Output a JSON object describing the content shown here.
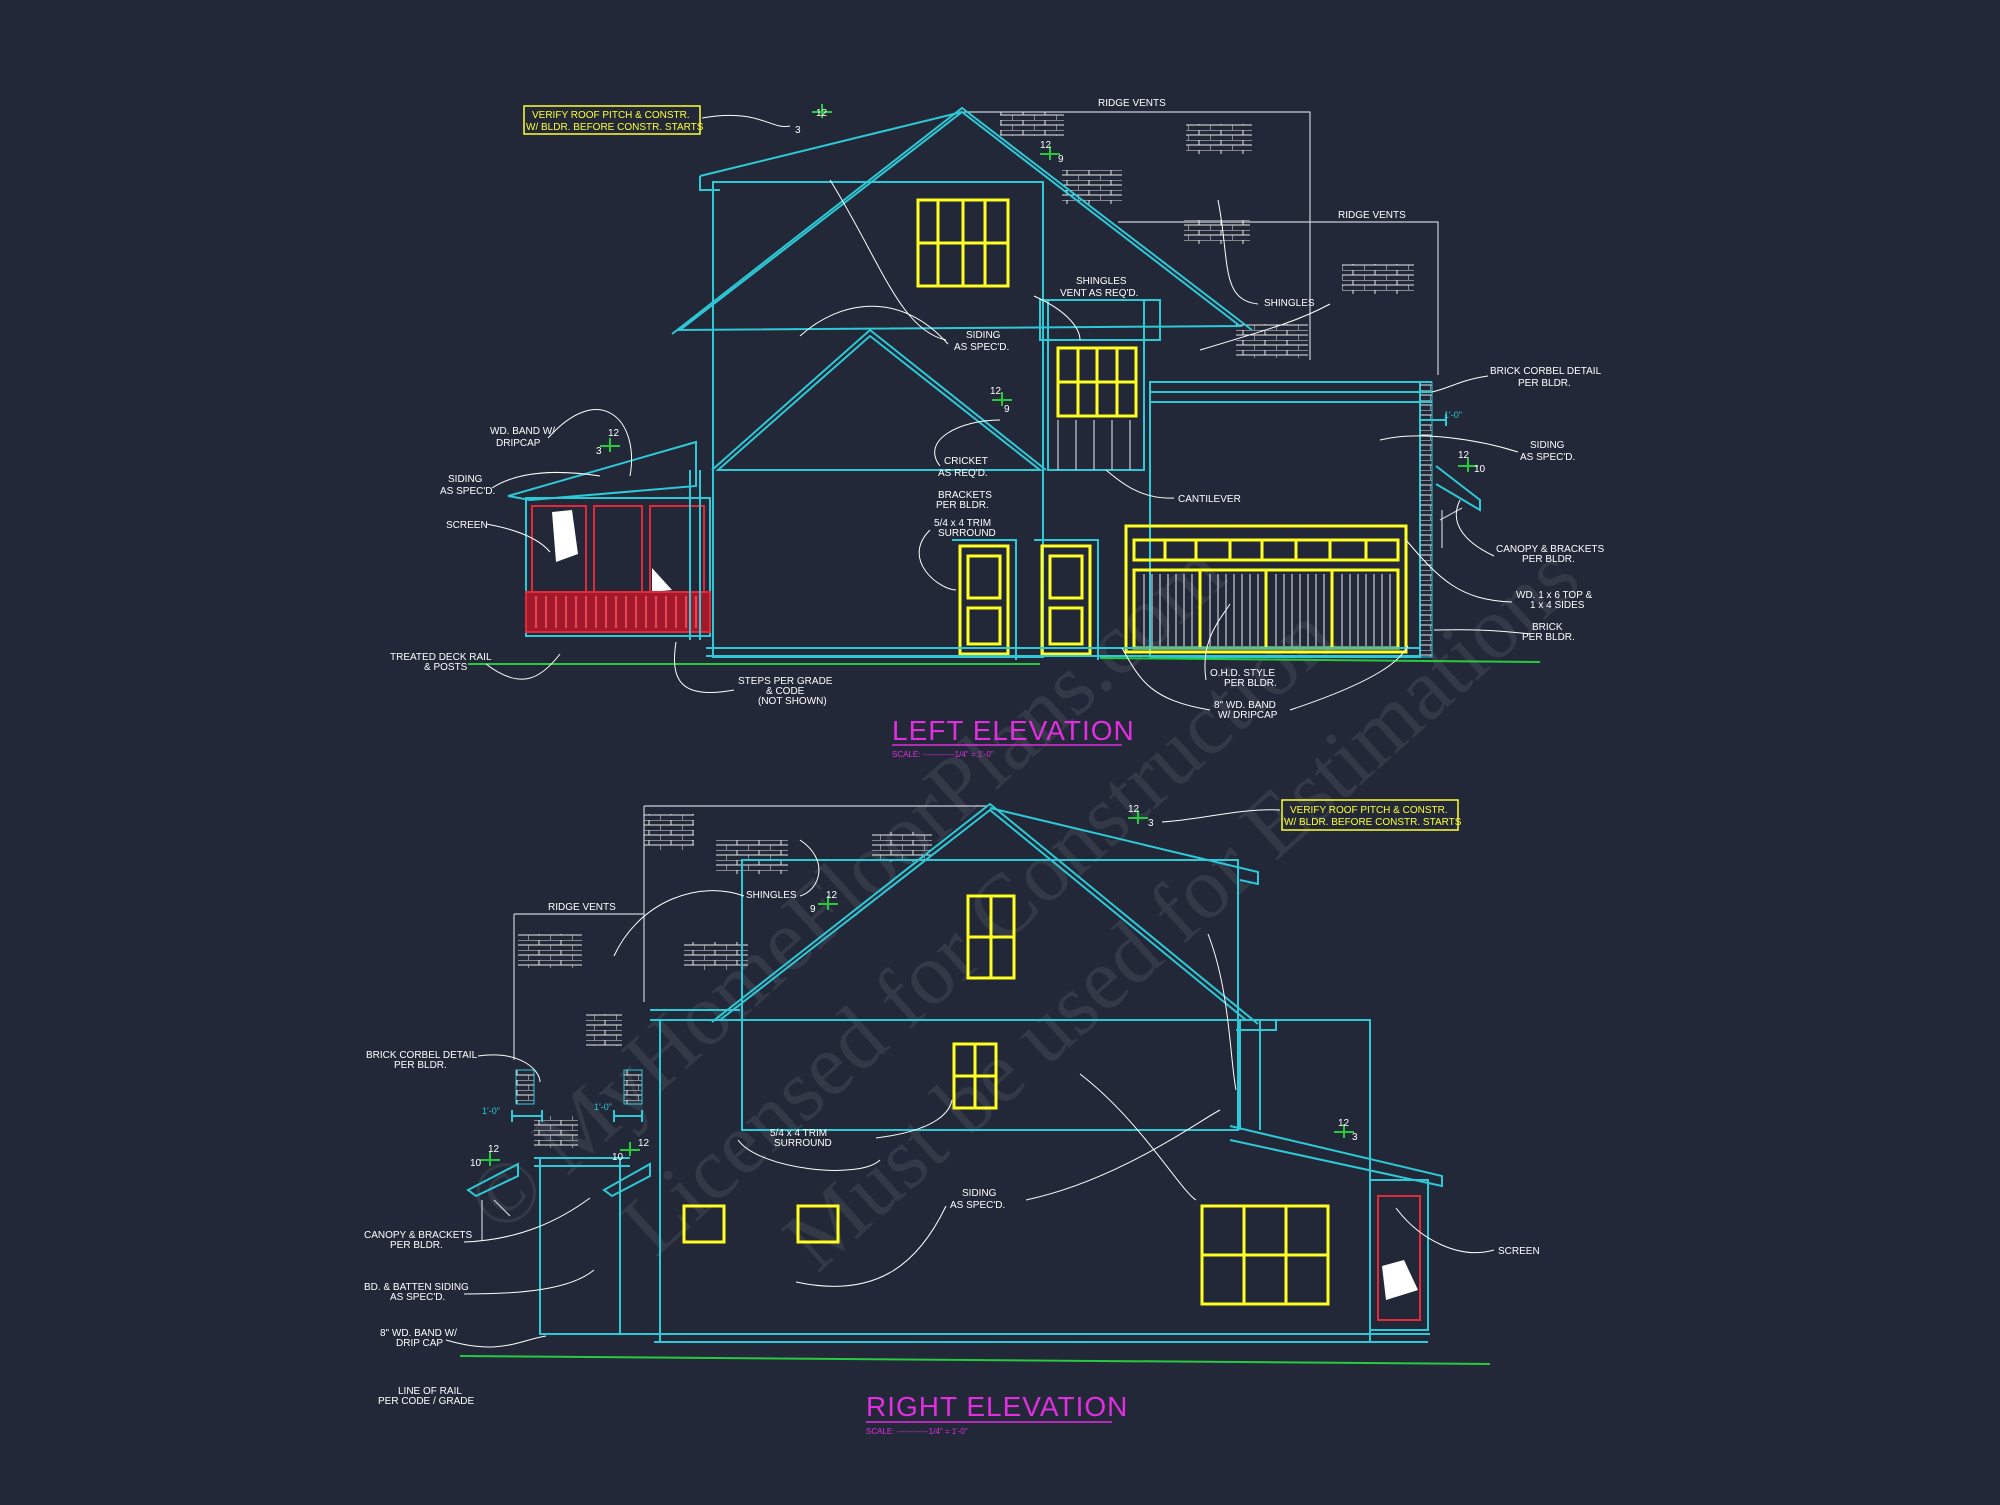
{
  "colors": {
    "background": "#232838",
    "outline": "#2ec9d6",
    "window": "#ffff22",
    "title": "#e02ee0",
    "grade": "#27c93f",
    "rail": "#e02a3a",
    "note_text": "#ffffff"
  },
  "watermark": {
    "line1": "© MyHomeFloorPlans.com",
    "line2": "Licensed for Construction",
    "line3": "Must be used for Estimations"
  },
  "left_elevation": {
    "title": "LEFT ELEVATION",
    "scale": "SCALE: ------------1/4\" = 1'-0\"",
    "verify_box": [
      "VERIFY ROOF PITCH & CONSTR.",
      "W/ BLDR. BEFORE CONSTR. STARTS"
    ],
    "pitch_marks": [
      {
        "rise": "12",
        "run": "3"
      },
      {
        "rise": "12",
        "run": "9"
      },
      {
        "rise": "12",
        "run": "3"
      },
      {
        "rise": "12",
        "run": "9"
      },
      {
        "rise": "12",
        "run": "10"
      }
    ],
    "dimension": "1'-0\"",
    "notes": {
      "ridge_vents_1": "RIDGE VENTS",
      "ridge_vents_2": "RIDGE VENTS",
      "shingles_vent": [
        "SHINGLES",
        "VENT AS REQ'D."
      ],
      "shingles": "SHINGLES",
      "siding_center": [
        "SIDING",
        "AS SPEC'D."
      ],
      "brick_corbel": [
        "BRICK CORBEL DETAIL",
        "PER BLDR."
      ],
      "siding_right": [
        "SIDING",
        "AS SPEC'D."
      ],
      "wd_band_dripcap": [
        "WD. BAND W/",
        "DRIPCAP"
      ],
      "siding_left": [
        "SIDING",
        "AS SPEC'D."
      ],
      "screen": "SCREEN",
      "cricket": [
        "CRICKET",
        "AS REQ'D."
      ],
      "brackets": [
        "BRACKETS",
        "PER BLDR."
      ],
      "cantilever": "CANTILEVER",
      "trim_surround": [
        "5/4 x 4 TRIM",
        "SURROUND"
      ],
      "canopy_brackets": [
        "CANOPY & BRACKETS",
        "PER BLDR."
      ],
      "wd_1x6": [
        "WD. 1 x 6 TOP &",
        "1 x 4 SIDES"
      ],
      "brick": [
        "BRICK",
        "PER BLDR."
      ],
      "treated_deck": [
        "TREATED DECK RAIL",
        "& POSTS"
      ],
      "steps": [
        "STEPS PER GRADE",
        "& CODE",
        "(NOT SHOWN)"
      ],
      "ohd": [
        "O.H.D. STYLE",
        "PER BLDR."
      ],
      "wd_band_8": [
        "8\" WD. BAND",
        "W/ DRIPCAP"
      ]
    }
  },
  "right_elevation": {
    "title": "RIGHT ELEVATION",
    "scale": "SCALE: ------------1/4\" = 1'-0\"",
    "verify_box": [
      "VERIFY ROOF PITCH & CONSTR.",
      "W/ BLDR. BEFORE CONSTR. STARTS"
    ],
    "pitch_marks": [
      {
        "rise": "12",
        "run": "3"
      },
      {
        "rise": "12",
        "run": "9"
      },
      {
        "rise": "12",
        "run": "10"
      },
      {
        "rise": "12",
        "run": "10"
      },
      {
        "rise": "12",
        "run": "3"
      }
    ],
    "dimension_1": "1'-0\"",
    "dimension_2": "1'-0\"",
    "notes": {
      "ridge_vents": "RIDGE VENTS",
      "shingles": "SHINGLES",
      "brick_corbel": [
        "BRICK CORBEL DETAIL",
        "PER BLDR."
      ],
      "trim_surround": [
        "5/4 x 4 TRIM",
        "SURROUND"
      ],
      "siding": [
        "SIDING",
        "AS SPEC'D."
      ],
      "canopy_brackets": [
        "CANOPY & BRACKETS",
        "PER BLDR."
      ],
      "bd_batten": [
        "BD. & BATTEN SIDING",
        "AS SPEC'D."
      ],
      "wd_band_8": [
        "8\" WD. BAND W/",
        "DRIP CAP"
      ],
      "line_of_rail": [
        "LINE OF RAIL",
        "PER CODE / GRADE"
      ],
      "screen": "SCREEN"
    }
  }
}
